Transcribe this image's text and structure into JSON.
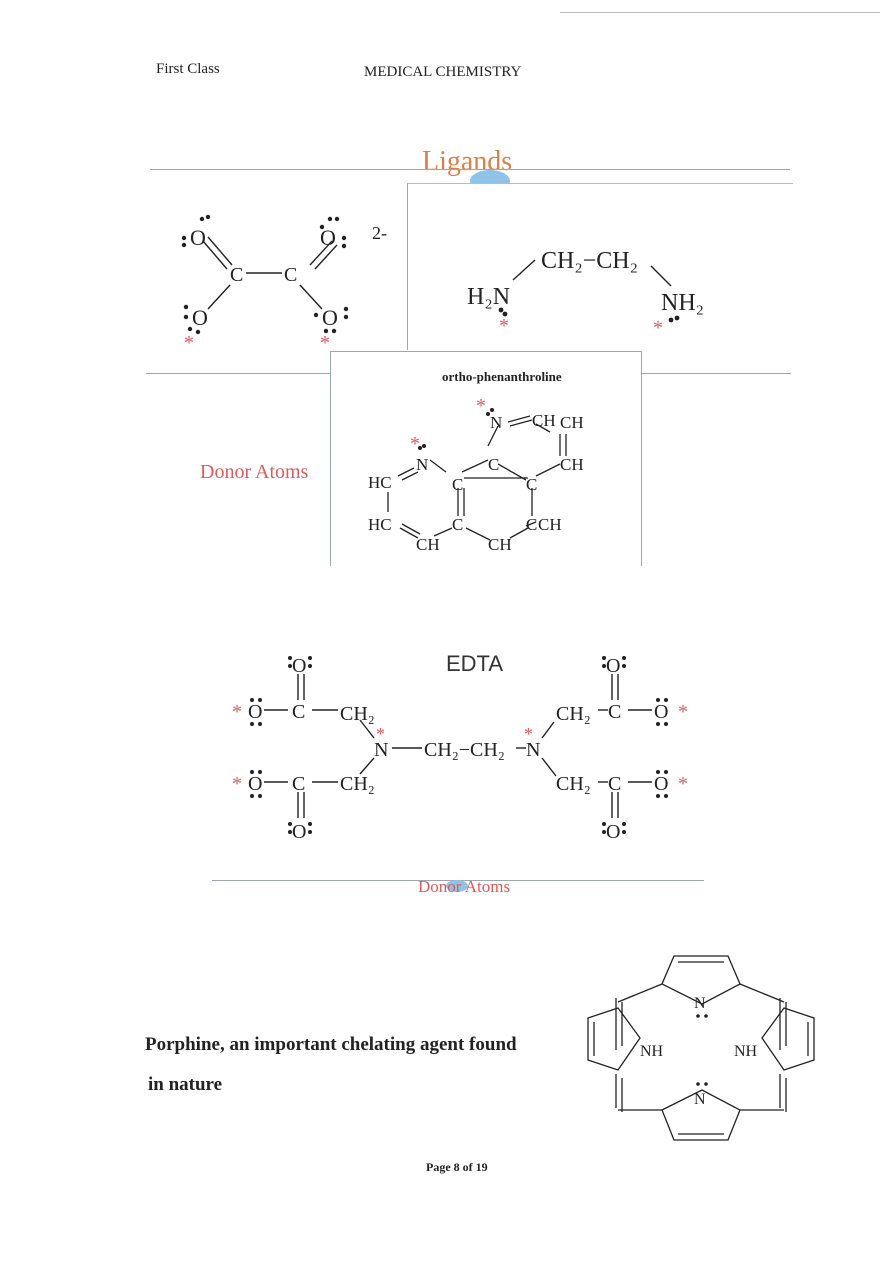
{
  "header": {
    "left": "First Class",
    "center": "MEDICAL CHEMISTRY"
  },
  "section_title": "Ligands",
  "oxalate": {
    "charge": "2-",
    "atoms": {
      "o": "O",
      "c": "C"
    }
  },
  "ethylenediamine": {
    "left": "H₂N",
    "middle": "CH₂−CH₂",
    "right": "NH₂"
  },
  "phenanthroline": {
    "title": "ortho-phenanthroline",
    "labels": [
      "N",
      "CH",
      "CH",
      "CH",
      "N",
      "C",
      "HC",
      "C",
      "C",
      "HC",
      "C",
      "C",
      "CH",
      "CH",
      "CH"
    ]
  },
  "donor_atoms_label": "Donor Atoms",
  "edta": {
    "title": "EDTA",
    "labels": {
      "o": "O",
      "c": "C",
      "ch2": "CH₂",
      "n": "N",
      "bridge": "CH₂−CH₂"
    }
  },
  "donor_atoms_label_2": "Donor Atoms",
  "porphine": {
    "caption_line1": "Porphine, an important chelating agent found",
    "caption_line2": "in nature",
    "labels": {
      "n": "N",
      "nh": "NH"
    }
  },
  "footer": "Page 8 of 19"
}
